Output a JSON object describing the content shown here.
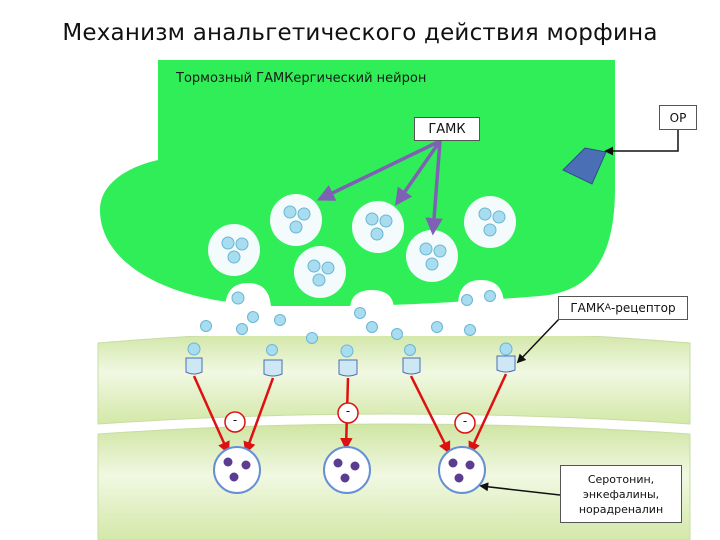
{
  "title": "Механизм анальгетического действия морфина",
  "neuron_label": "Тормозный ГАМКергический нейрон",
  "labels": {
    "gaba": "ГАМК",
    "or": "ОР",
    "receptor_main": "ГАМК",
    "receptor_sub": "A",
    "receptor_rest": "-рецептор",
    "neurotransmitters": "Серотонин, энкефалины, норадреналин"
  },
  "inhibition_sign": "-",
  "colors": {
    "neuron": "#2fee58",
    "vesicle_fill": "#f4fbfd",
    "vesicle_dot": "#a8dcef",
    "gaba_arrow": "#8060b4",
    "inhibit_arrow": "#dd1111",
    "target_circle": "#6690d6",
    "target_dot": "#5a3c90",
    "opioid_receptor": "#4a6fb5",
    "postsynaptic": "#d9ecb4"
  }
}
